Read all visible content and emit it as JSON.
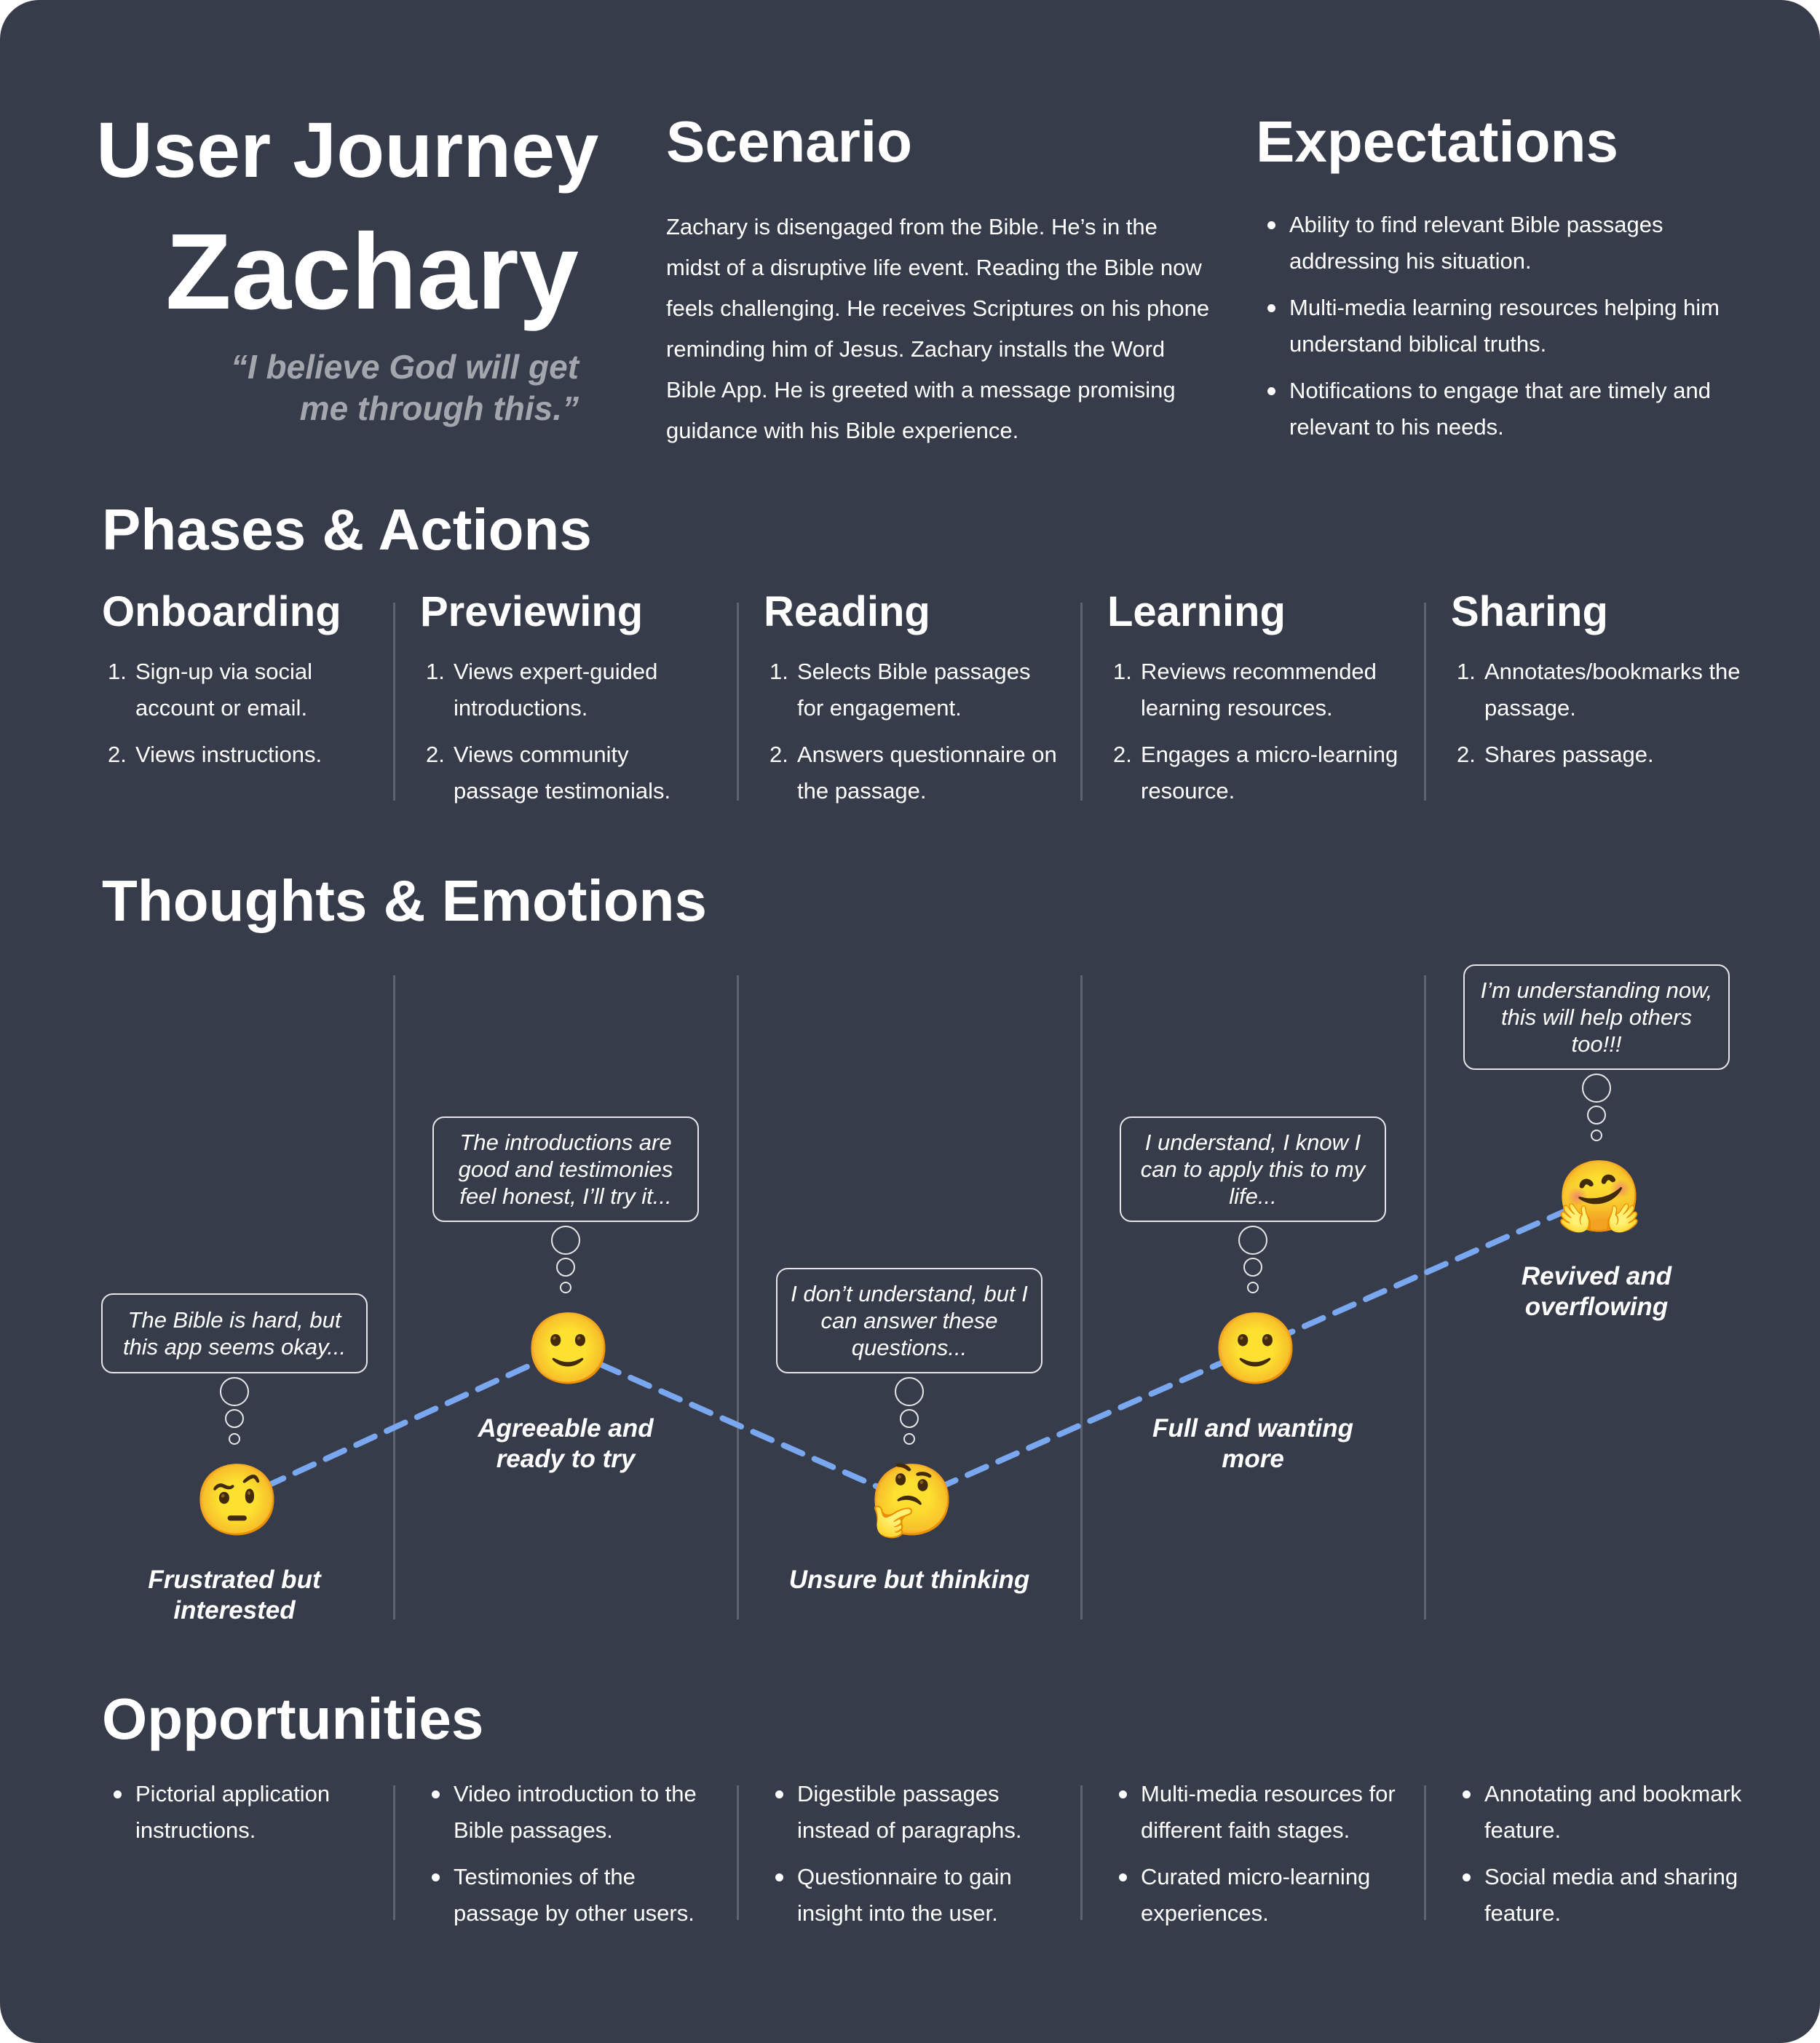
{
  "header": {
    "title_line1": "User Journey",
    "persona_name": "Zachary",
    "quote_line1": "“I believe God will get",
    "quote_line2": "me through this.”"
  },
  "scenario": {
    "heading": "Scenario",
    "text": "Zachary is disengaged from the Bible. He’s in the midst of a disruptive life event. Reading the Bible now feels challenging. He receives Scriptures on his phone reminding him of Jesus. Zachary installs the Word Bible App. He is greeted with a message promising guidance with his Bible experience."
  },
  "expectations": {
    "heading": "Expectations",
    "items": [
      "Ability to find relevant Bible passages addressing his situation.",
      "Multi-media learning resources helping him understand biblical truths.",
      "Notifications to engage that are timely and relevant to his needs."
    ]
  },
  "phases_section": {
    "heading": "Phases & Actions",
    "phases": [
      {
        "name": "Onboarding",
        "actions": [
          "Sign-up via social account or email.",
          "Views instructions."
        ]
      },
      {
        "name": "Previewing",
        "actions": [
          "Views expert-guided introductions.",
          "Views community passage testimonials."
        ]
      },
      {
        "name": "Reading",
        "actions": [
          "Selects Bible passages for engagement.",
          "Answers questionnaire on the passage."
        ]
      },
      {
        "name": "Learning",
        "actions": [
          "Reviews recommended learning resources.",
          "Engages a micro-learning resource."
        ]
      },
      {
        "name": "Sharing",
        "actions": [
          "Annotates/bookmarks the passage.",
          "Shares passage."
        ]
      }
    ]
  },
  "emotions_section": {
    "heading": "Thoughts & Emotions",
    "line_color": "#7aa8f0",
    "points": [
      {
        "thought": "The Bible is hard, but this app seems okay...",
        "emotion": "Frustrated but interested",
        "emoji": "🤨",
        "emoji_name": "raised-eyebrow-face-icon",
        "level": 0.2
      },
      {
        "thought": "The introductions are good and testimonies feel honest, I’ll try it...",
        "emotion": "Agreeable and ready to try",
        "emoji": "🙂",
        "emoji_name": "slightly-smiling-face-icon",
        "level": 0.6
      },
      {
        "thought": "I don’t understand, but I can answer these questions...",
        "emotion": "Unsure but thinking",
        "emoji": "🤔",
        "emoji_name": "thinking-face-icon",
        "level": 0.2
      },
      {
        "thought": "I understand, I know I can to apply this to my life...",
        "emotion": "Full and wanting more",
        "emoji": "🙂",
        "emoji_name": "slightly-smiling-face-icon",
        "level": 0.6
      },
      {
        "thought": "I’m understanding now, this will help others too!!!",
        "emotion": "Revived and overflowing",
        "emoji": "🤗",
        "emoji_name": "hugging-face-icon",
        "level": 1.0
      }
    ]
  },
  "opportunities_section": {
    "heading": "Opportunities",
    "columns": [
      [
        "Pictorial application instructions."
      ],
      [
        "Video introduction to the Bible passages.",
        "Testimonies of the passage by other users."
      ],
      [
        "Digestible passages instead of paragraphs.",
        "Questionnaire to gain insight into the user."
      ],
      [
        "Multi-media resources for different faith stages.",
        "Curated micro-learning experiences."
      ],
      [
        "Annotating and bookmark feature.",
        "Social media and sharing feature."
      ]
    ]
  }
}
